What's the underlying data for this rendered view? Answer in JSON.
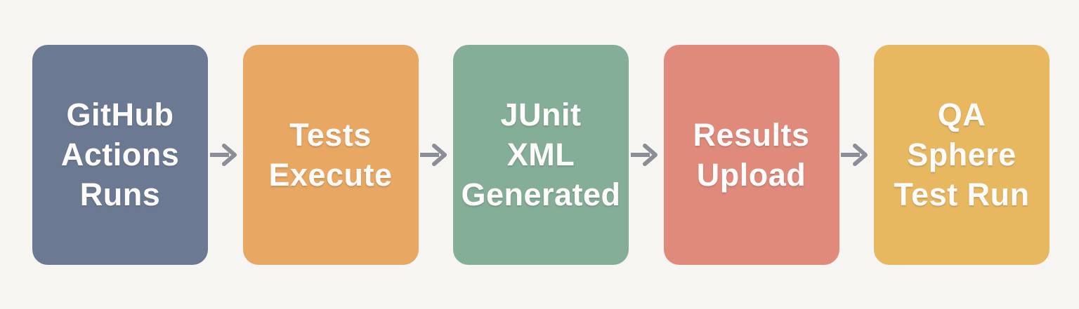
{
  "diagram": {
    "background": "#f7f5f2",
    "arrow_color": "#8b8e97",
    "text_color": "#fdfcfb",
    "nodes": [
      {
        "id": "github-actions-runs",
        "label": "GitHub\nActions\nRuns",
        "color": "#6b7a92"
      },
      {
        "id": "tests-execute",
        "label": "Tests\nExecute",
        "color": "#e8a763"
      },
      {
        "id": "junit-xml-generated",
        "label": "JUnit\nXML\nGenerated",
        "color": "#85ae99"
      },
      {
        "id": "results-upload",
        "label": "Results\nUpload",
        "color": "#e08a7c"
      },
      {
        "id": "qa-sphere-test-run",
        "label": "QA\nSphere\nTest Run",
        "color": "#e8b861"
      }
    ]
  }
}
